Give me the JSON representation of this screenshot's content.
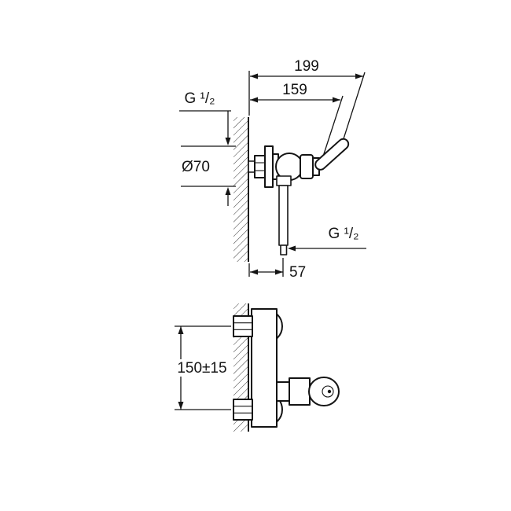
{
  "colors": {
    "line": "#141414",
    "background": "#ffffff"
  },
  "side_view": {
    "dim_total_depth": "199",
    "dim_body_depth": "159",
    "inlet_thread": "G ¹/₂",
    "escutcheon_diameter": "Ø70",
    "outlet_thread": "G ¹/₂",
    "outlet_wall_offset": "57"
  },
  "front_view": {
    "connection_spacing": "150±15"
  }
}
